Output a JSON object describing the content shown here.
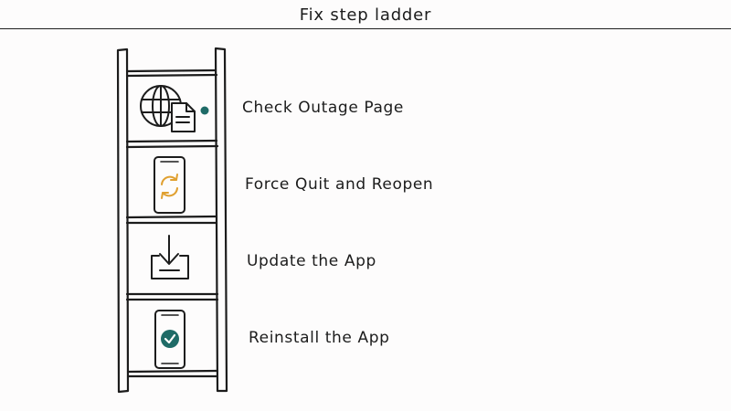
{
  "header": {
    "title": "Fix step ladder"
  },
  "steps": [
    {
      "label": "Check Outage Page",
      "icon": "globe-document-icon"
    },
    {
      "label": "Force Quit and Reopen",
      "icon": "phone-refresh-icon"
    },
    {
      "label": "Update the App",
      "icon": "download-tray-icon"
    },
    {
      "label": "Reinstall the App",
      "icon": "phone-check-icon"
    }
  ],
  "colors": {
    "ink": "#1c1c1c",
    "teal": "#1f6b67",
    "orange": "#e0a030"
  }
}
